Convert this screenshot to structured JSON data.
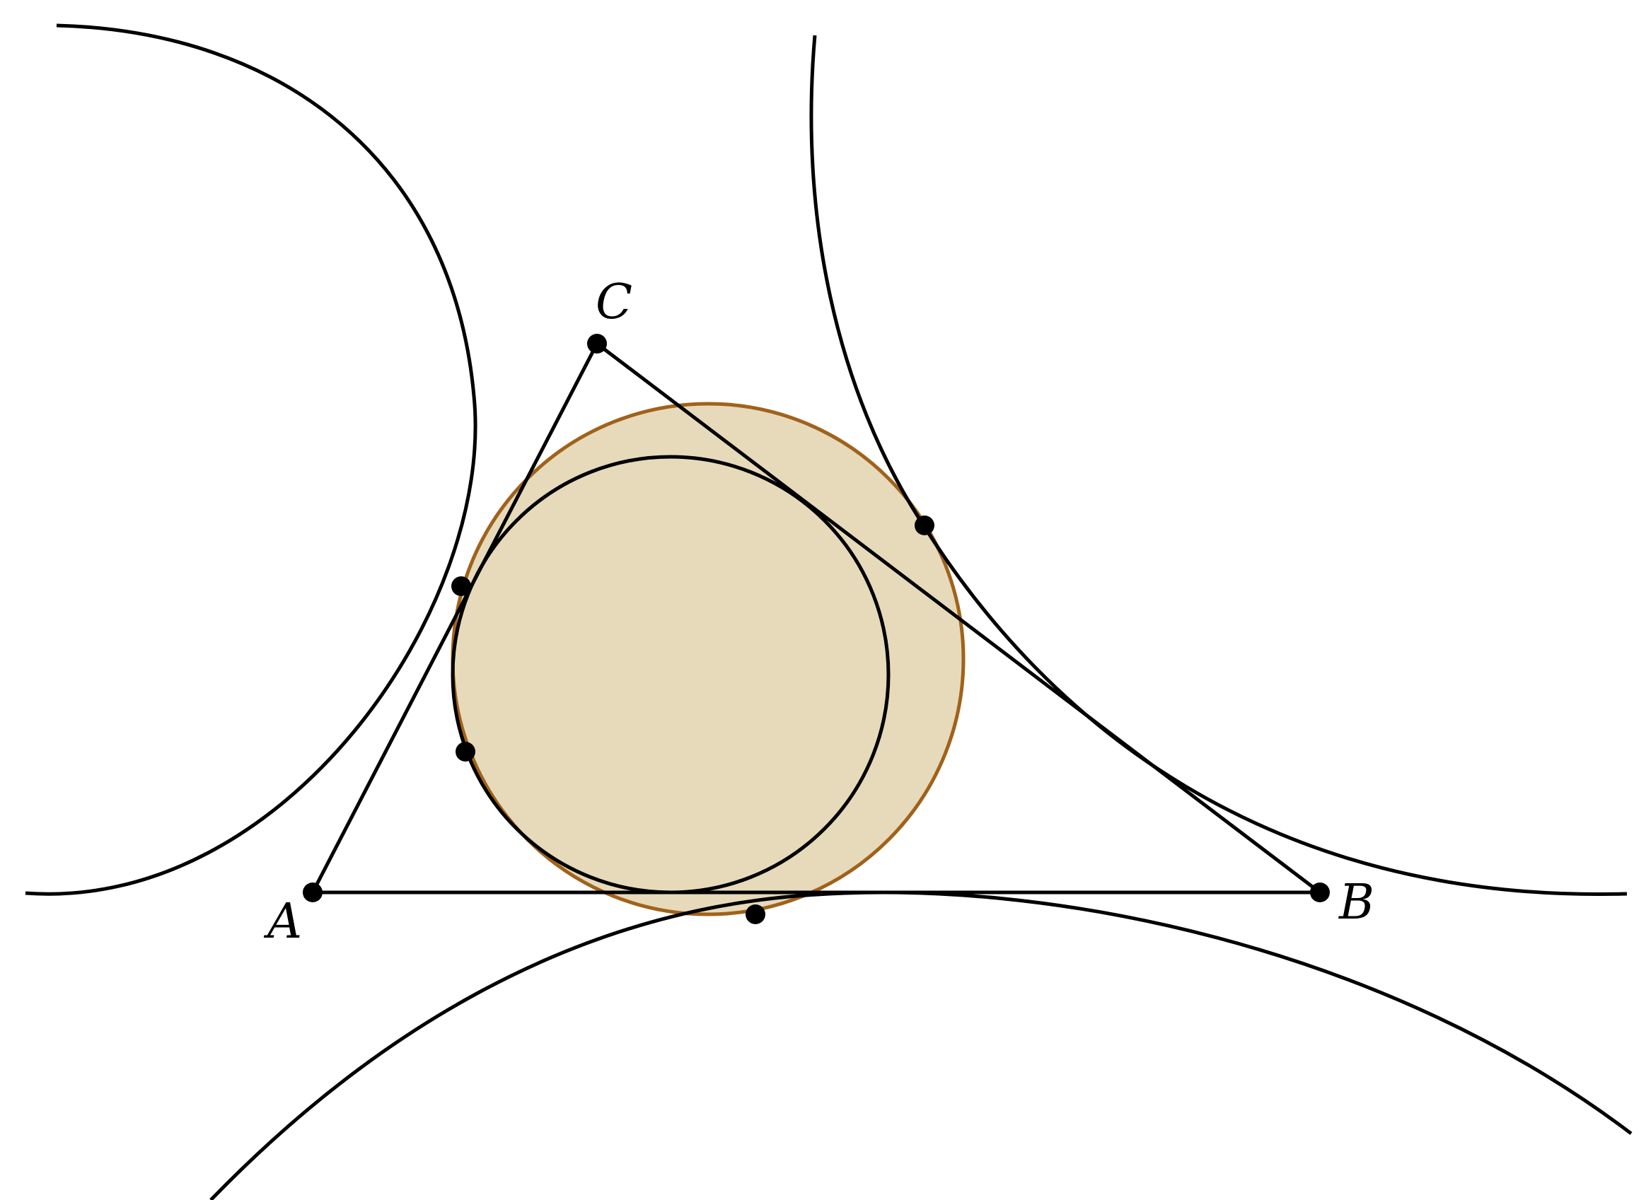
{
  "labels": {
    "A": "A",
    "B": "B",
    "C": "C"
  },
  "colors": {
    "stroke": "#000000",
    "circle_fill": "#e6dabb",
    "circle_stroke": "#a0621a",
    "background": "#ffffff"
  }
}
